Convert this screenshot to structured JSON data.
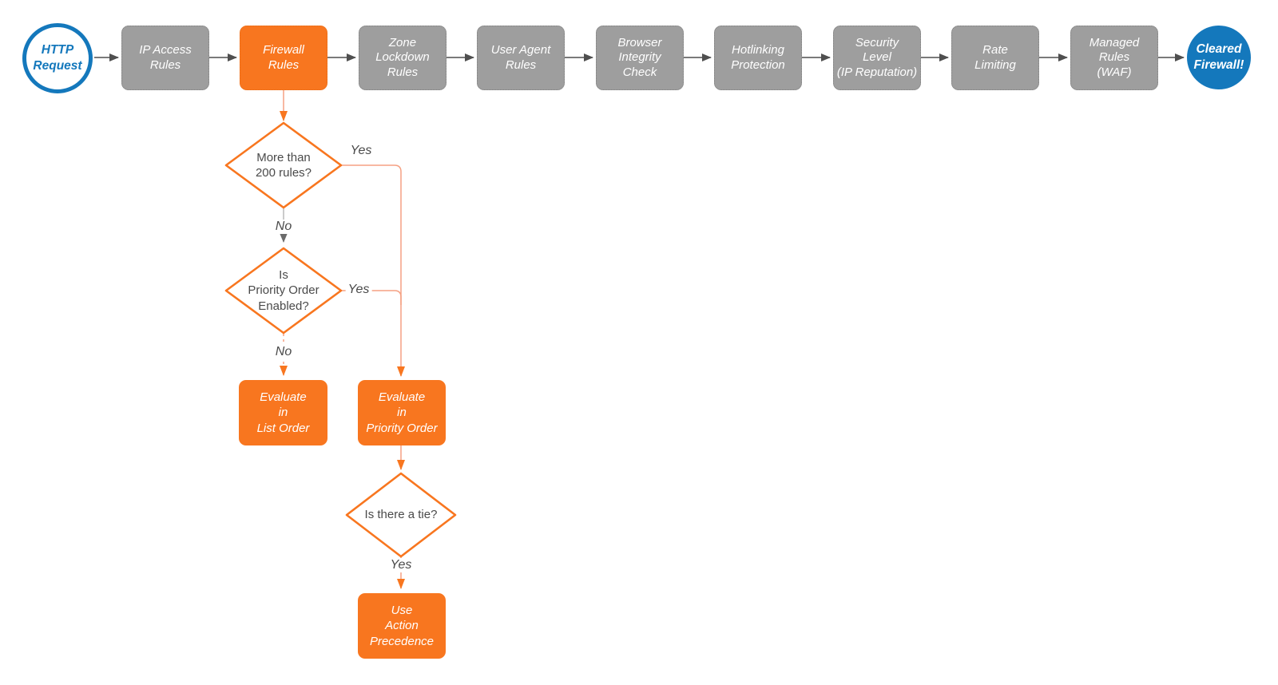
{
  "colors": {
    "accent_orange": "#F8761F",
    "connector_orange": "#F5A183",
    "node_gray": "#9E9E9E",
    "accent_blue": "#1478BC",
    "arrow_gray": "#4F4F4F",
    "label_text": "#4A4A4A"
  },
  "start_node": {
    "label": "HTTP\nRequest"
  },
  "end_node": {
    "label": "Cleared\nFirewall!"
  },
  "stages": [
    {
      "label": "IP Access\nRules"
    },
    {
      "label": "Firewall\nRules"
    },
    {
      "label": "Zone\nLockdown\nRules"
    },
    {
      "label": "User Agent\nRules"
    },
    {
      "label": "Browser\nIntegrity\nCheck"
    },
    {
      "label": "Hotlinking\nProtection"
    },
    {
      "label": "Security\nLevel\n(IP Reputation)"
    },
    {
      "label": "Rate\nLimiting"
    },
    {
      "label": "Managed\nRules\n(WAF)"
    }
  ],
  "decisions": {
    "rule_count": {
      "question": "More than\n200 rules?",
      "yes_label": "Yes",
      "no_label": "No"
    },
    "priority_order": {
      "question": "Is\nPriority Order\nEnabled?",
      "yes_label": "Yes",
      "no_label": "No"
    },
    "tie": {
      "question": "Is there a tie?",
      "yes_label": "Yes"
    }
  },
  "actions": {
    "list_order": {
      "label": "Evaluate\nin\nList Order"
    },
    "priority_order": {
      "label": "Evaluate\nin\nPriority Order"
    },
    "action_precedence": {
      "label": "Use\nAction\nPrecedence"
    }
  }
}
